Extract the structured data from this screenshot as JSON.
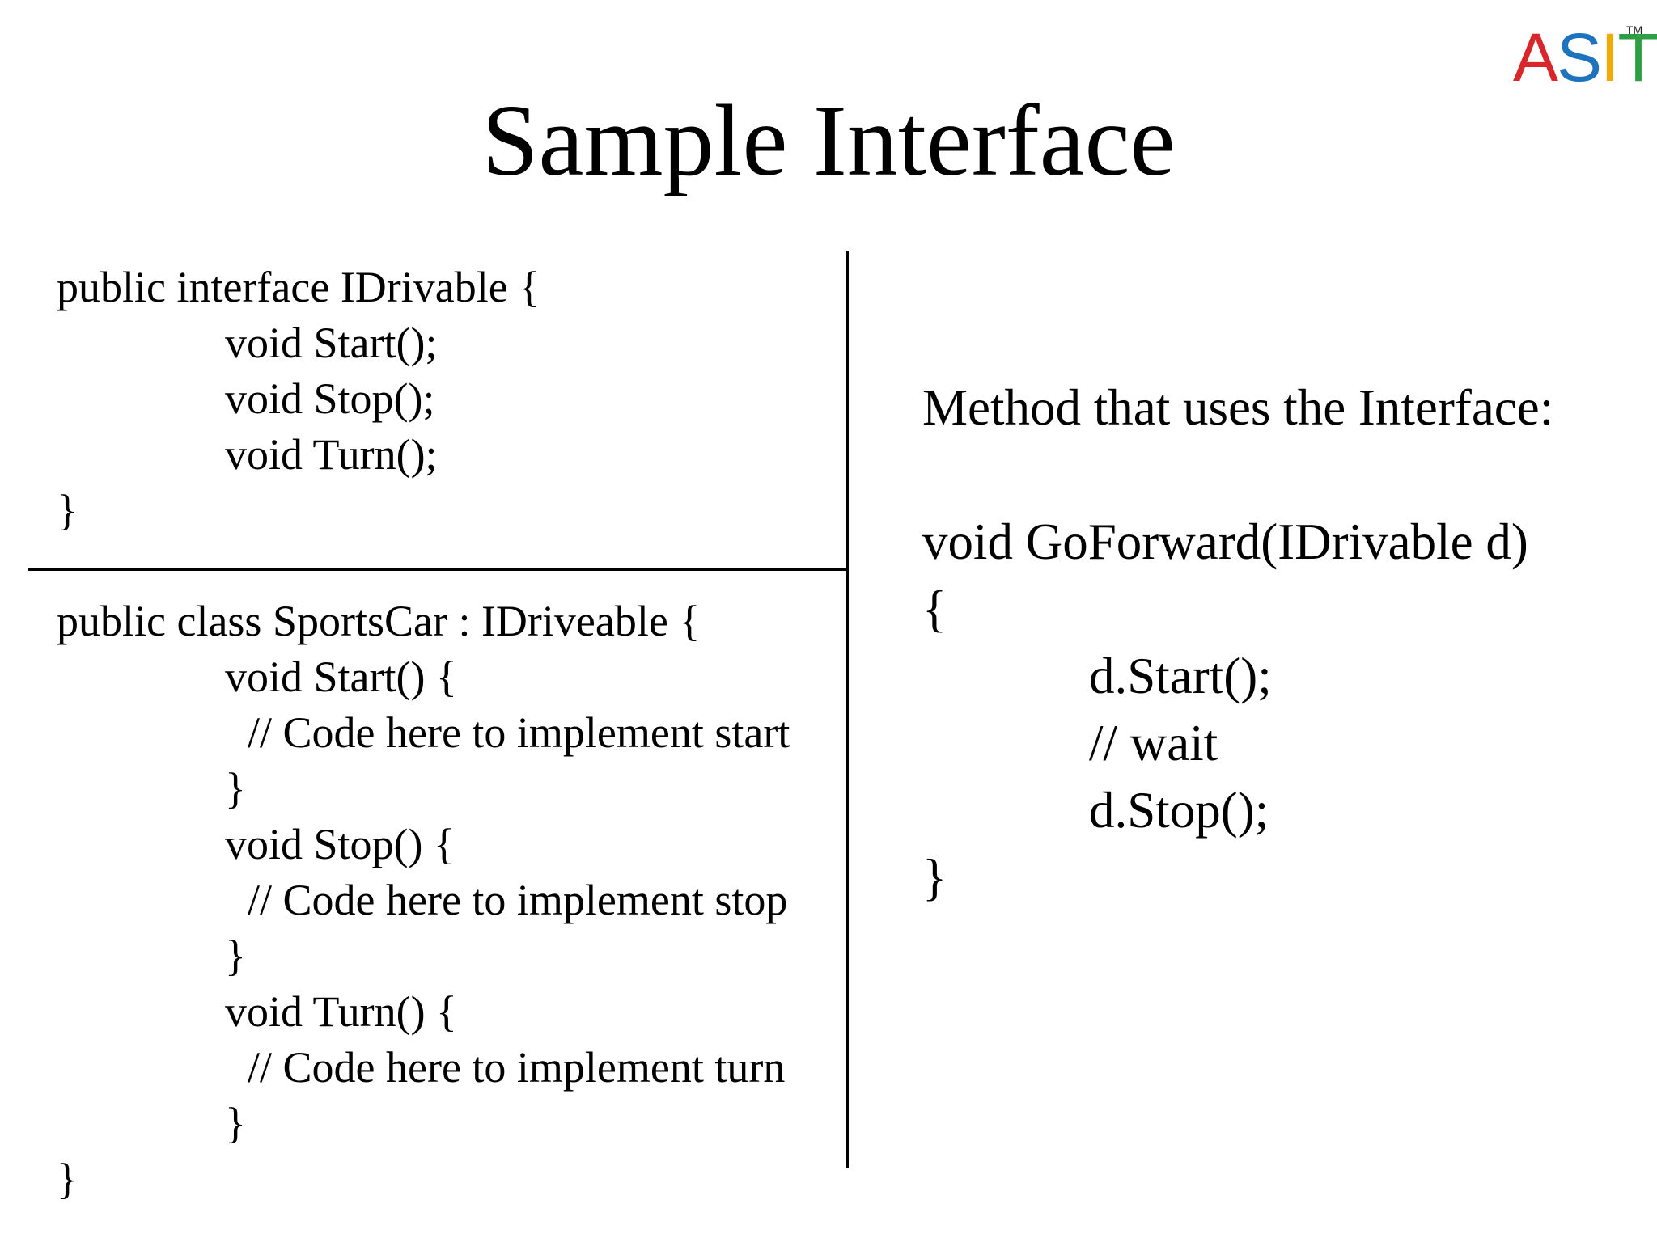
{
  "logo": {
    "letters": [
      {
        "char": "A",
        "color": "#d9262b"
      },
      {
        "char": "S",
        "color": "#1e73be"
      },
      {
        "char": "I",
        "color": "#f2a900"
      },
      {
        "char": "T",
        "color": "#2e9e44"
      }
    ],
    "trademark": "TM"
  },
  "title": "Sample Interface",
  "interface_code": {
    "lines": [
      "public interface IDrivable {",
      "void Start();",
      "void Stop();",
      "void Turn();",
      "}"
    ]
  },
  "class_code": {
    "lines": [
      "public class SportsCar : IDriveable {",
      "void Start() {",
      "// Code here to implement start",
      "}",
      "void Stop() {",
      "// Code here to implement stop",
      "}",
      "void Turn() {",
      "// Code here to implement turn",
      "}",
      "}"
    ]
  },
  "usage": {
    "heading": "Method that uses the Interface:",
    "lines": [
      "void GoForward(IDrivable d)",
      "{",
      "d.Start();",
      "// wait",
      "d.Stop();",
      "}"
    ]
  }
}
